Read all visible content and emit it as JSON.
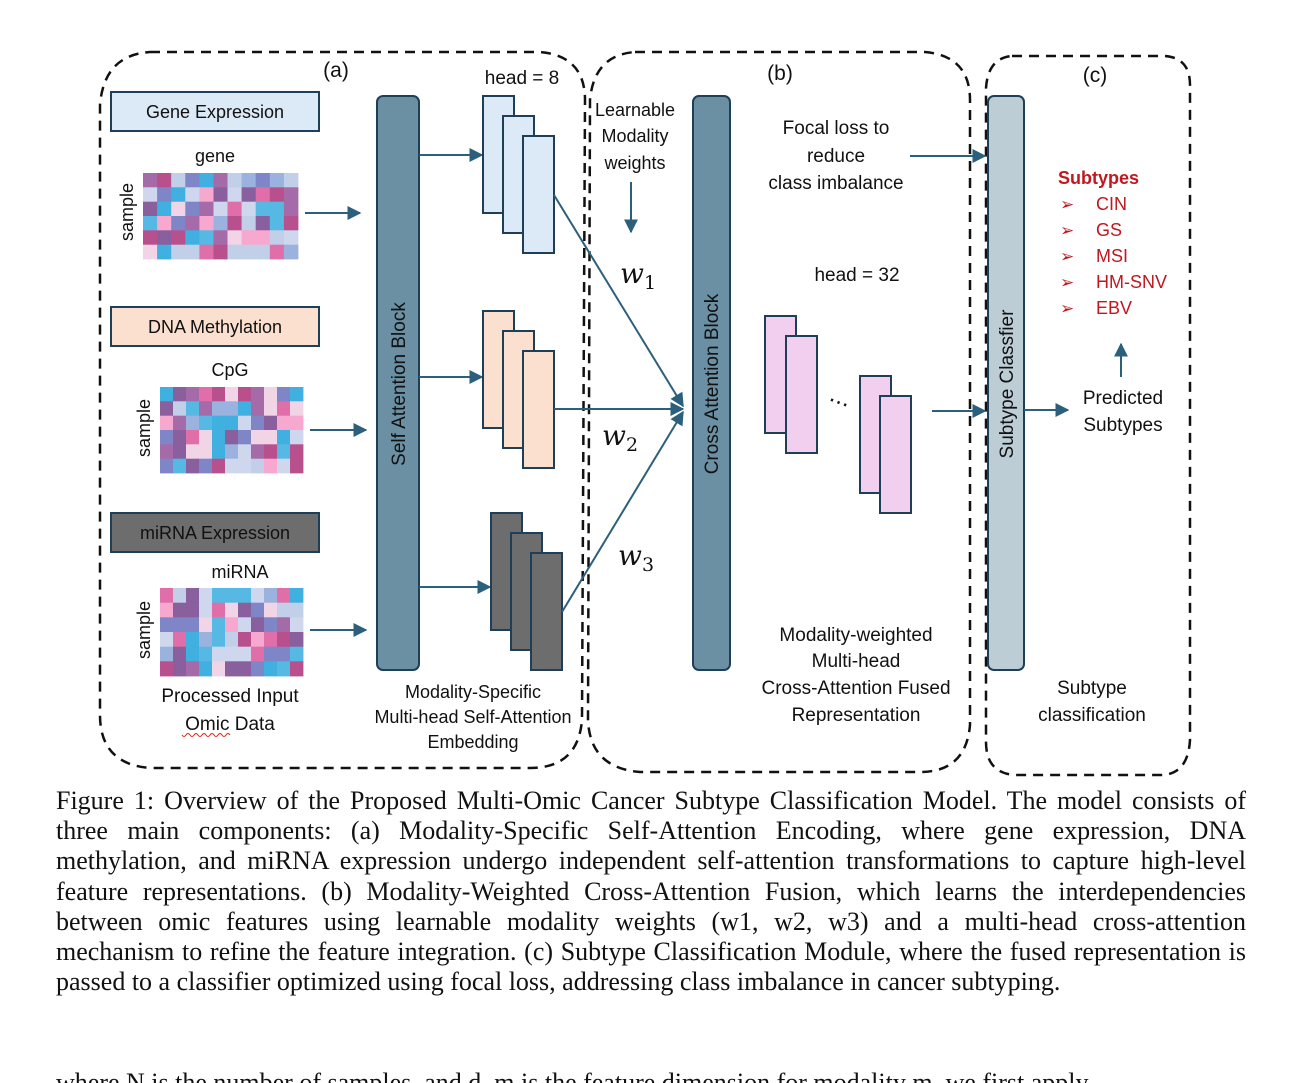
{
  "panels": {
    "a": "(a)",
    "b": "(b)",
    "c": "(c)"
  },
  "inputs": {
    "gene_expression": "Gene Expression",
    "dna_methylation": "DNA Methylation",
    "mirna_expression": "miRNA Expression",
    "gene_col": "gene",
    "cpg_col": "CpG",
    "mirna_col": "miRNA",
    "sample_row": "sample",
    "processed_line1": "Processed Input",
    "processed_line2": "Omic Data"
  },
  "blocks": {
    "self_attention": "Self Attention Block",
    "cross_attention": "Cross Attention Block",
    "classifier": "Subtype Classfier"
  },
  "heads": {
    "self": "head = 8",
    "cross": "head = 32"
  },
  "weights": {
    "label_line1": "Learnable",
    "label_line2": "Modality",
    "label_line3": "weights",
    "w1": "w",
    "w1_sub": "1",
    "w2": "w",
    "w2_sub": "2",
    "w3": "w",
    "w3_sub": "3"
  },
  "labels": {
    "embedding_line1": "Modality-Specific",
    "embedding_line2": "Multi-head Self-Attention",
    "embedding_line3": "Embedding",
    "focal_line1": "Focal loss to",
    "focal_line2": "reduce",
    "focal_line3": "class imbalance",
    "fused_line1": "Modality-weighted",
    "fused_line2": "Multi-head",
    "fused_line3": "Cross-Attention Fused",
    "fused_line4": "Representation",
    "predicted_line1": "Predicted",
    "predicted_line2": "Subtypes",
    "classification_line1": "Subtype",
    "classification_line2": "classification",
    "ellipsis": "···"
  },
  "subtypes": {
    "title": "Subtypes",
    "items": [
      "CIN",
      "GS",
      "MSI",
      "HM-SNV",
      "EBV"
    ],
    "bullet": "➢"
  },
  "colors": {
    "block_blue": "#6b90a4",
    "block_light": "#bccdd6",
    "arrow": "#2c5f7c",
    "subtype_red": "#c0181e",
    "gene_fill": "#dce9f7",
    "dna_fill": "#fbe0cf",
    "mirna_fill": "#6d6d6d",
    "fused_fill": "#f3cfef",
    "heat_colors": [
      "#f7a8cf",
      "#e06ea8",
      "#b8508e",
      "#a56aa8",
      "#7f86c8",
      "#9ab2dd",
      "#56b9e3",
      "#3fb0e0",
      "#ced7ee",
      "#f1d4e5",
      "#8a5f9e",
      "#c2cfe8"
    ]
  },
  "caption": {
    "text": "Figure 1: Overview of the Proposed Multi-Omic Cancer Subtype Classification Model. The model consists of three main components: (a) Modality-Specific Self-Attention Encoding, where gene expression, DNA methylation, and miRNA expression undergo independent self-attention transformations to capture high-level feature representations. (b) Modality-Weighted Cross-Attention Fusion, which learns the interdependencies between omic features using learnable modality weights (w1, w2, w3) and a multi-head cross-attention mechanism to refine the feature integration. (c) Subtype Classification Module, where the fused representation is passed to a classifier optimized using focal loss, addressing class imbalance in cancer subtyping."
  },
  "footer": {
    "text": "where N is the number of samples, and d_m is the feature dimension for modality m, we first apply"
  }
}
